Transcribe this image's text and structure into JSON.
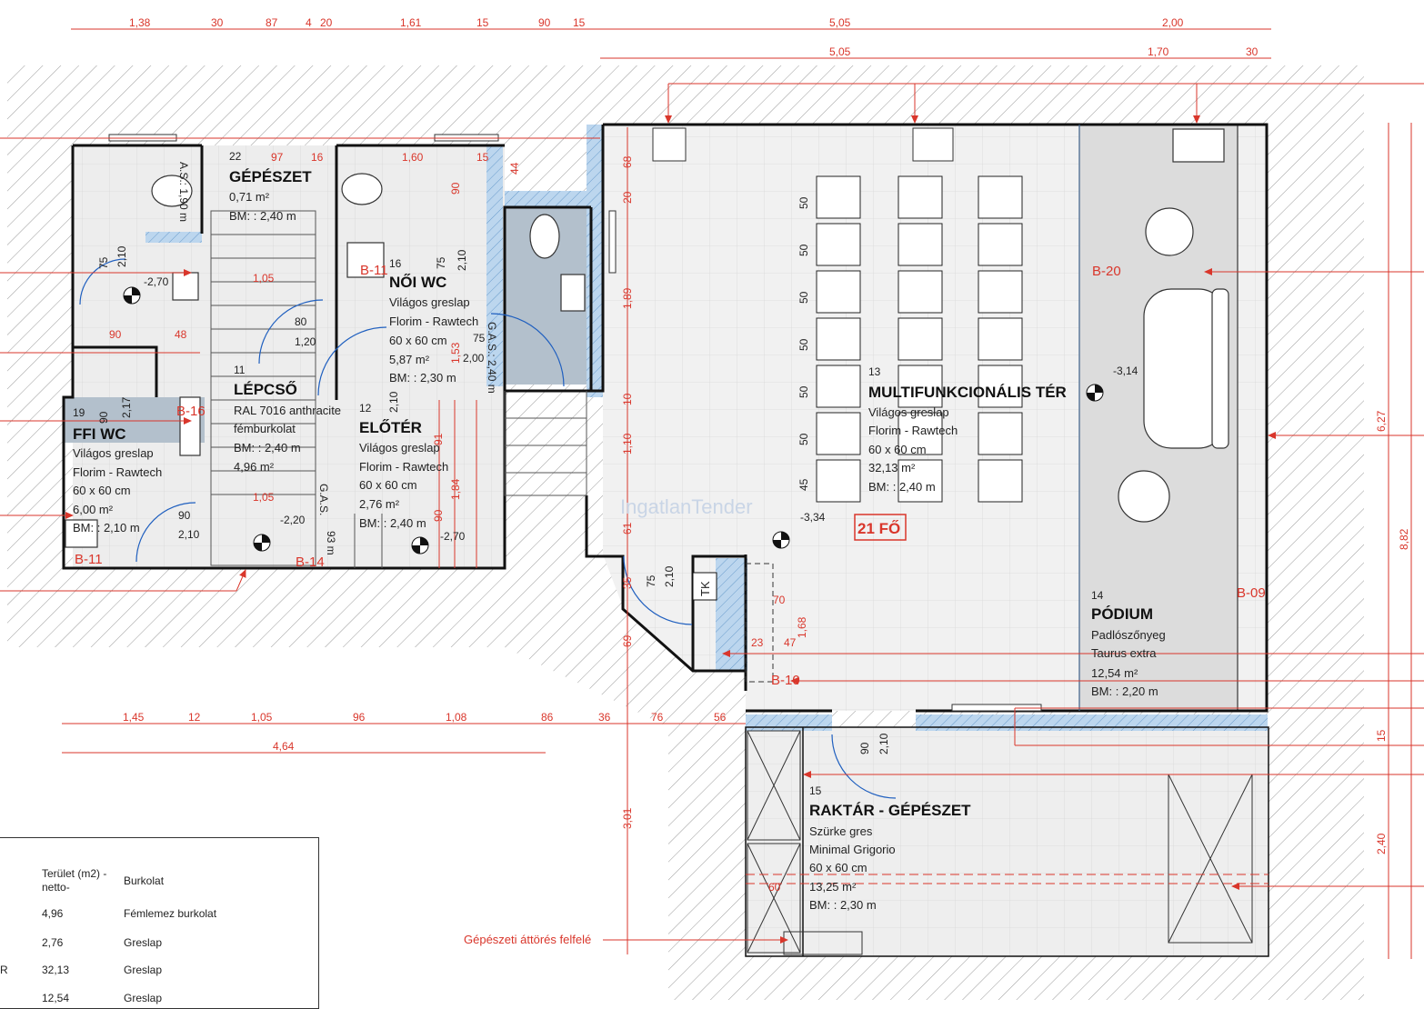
{
  "dimensions_top_row1": [
    "1,38",
    "30",
    "87",
    "4",
    "20",
    "1,61",
    "15",
    "90",
    "15",
    "5,05",
    "2,00"
  ],
  "dimensions_top_row2": [
    "5,05",
    "1,70",
    "30"
  ],
  "dimensions_bottom_row1": [
    "1,45",
    "12",
    "1,05",
    "96",
    "1,08",
    "86",
    "36",
    "76",
    "56"
  ],
  "dimensions_bottom_row2": [
    "4,64"
  ],
  "dimensions_right": [
    "6,27",
    "8,82",
    "15",
    "2,40"
  ],
  "dimensions_vertical_mid": [
    "68",
    "20",
    "1,89",
    "10",
    "1,10",
    "61",
    "35",
    "69",
    "3,01"
  ],
  "rooms": {
    "gepeszet": {
      "num": "22",
      "title": "GÉPÉSZET",
      "lines": [
        "0,71 m²",
        "BM: : 2,40 m"
      ]
    },
    "noi_wc": {
      "num": "16",
      "title": "NŐI WC",
      "lines": [
        "Világos greslap",
        "Florim - Rawtech",
        "60 x 60 cm",
        "5,87 m²",
        "BM: : 2,30 m"
      ]
    },
    "lepcso": {
      "num": "11",
      "title": "LÉPCSŐ",
      "lines": [
        "RAL 7016 anthracite",
        "fémburkolat",
        "BM: : 2,40 m",
        "4,96 m²"
      ]
    },
    "eloter": {
      "num": "12",
      "title": "ELŐTÉR",
      "lines": [
        "Világos greslap",
        "Florim - Rawtech",
        "60 x 60 cm",
        "2,76 m²",
        "BM: : 2,40 m"
      ]
    },
    "ffi_wc": {
      "num": "19",
      "title": "FFI WC",
      "lines": [
        "Világos greslap",
        "Florim - Rawtech",
        "60 x 60 cm",
        "6,00 m²",
        "BM: : 2,10 m"
      ]
    },
    "multi": {
      "num": "13",
      "title": "MULTIFUNKCIONÁLIS TÉR",
      "lines": [
        "Világos greslap",
        "Florim - Rawtech",
        "60 x 60 cm",
        "32,13 m²",
        "BM: : 2,40 m"
      ]
    },
    "podium": {
      "num": "14",
      "title": "PÓDIUM",
      "lines": [
        "Padlószőnyeg",
        "Taurus extra",
        "12,54 m²",
        "BM: : 2,20 m"
      ]
    },
    "raktar": {
      "num": "15",
      "title": "RAKTÁR - GÉPÉSZET",
      "lines": [
        "Szürke gres",
        "Minimal Grigorio",
        "60 x 60 cm",
        "13,25 m²",
        "BM: : 2,30 m"
      ]
    }
  },
  "tags": [
    "B-11",
    "B-16",
    "B-11",
    "B-14",
    "B-20",
    "B-09",
    "B-10"
  ],
  "levels": [
    "-2,70",
    "-2,20",
    "-2,70",
    "-3,34",
    "-3,14"
  ],
  "capacity": "21 FŐ",
  "watermark": "IngatlanTender",
  "penetration_note": "Gépészeti áttörés felfelé",
  "row_spacing": [
    "50",
    "50",
    "50",
    "50",
    "50",
    "50",
    "45"
  ],
  "misc_dims": [
    "2,10",
    "75",
    "90",
    "48",
    "1,05",
    "80",
    "1,20",
    "1,60",
    "15",
    "44",
    "97",
    "16",
    "90",
    "2,10",
    "75",
    "1,53",
    "75",
    "2,00",
    "G.A.S.: 2,40 m",
    "A.S.: 1,90 m",
    "2,10",
    "90",
    "2,17",
    "90",
    "2,10",
    "1,05",
    "1,84",
    "90",
    "91",
    "G.A.S.",
    "93 m",
    "75",
    "2,10",
    "70",
    "1,68",
    "23",
    "47",
    "60",
    "90",
    "2,10",
    "TK"
  ],
  "legend": {
    "header": [
      "Terület (m2) -",
      "netto-",
      "Burkolat"
    ],
    "rows": [
      {
        "area": "4,96",
        "floor": "Fémlemez burkolat"
      },
      {
        "area": "2,76",
        "floor": "Greslap"
      },
      {
        "prefix": "R",
        "area": "32,13",
        "floor": "Greslap"
      },
      {
        "area": "12,54",
        "floor": "Greslap"
      }
    ]
  },
  "colors": {
    "dimension": "#d9362b",
    "wall": "#111111",
    "insulation": "#bcd6ee",
    "tile_fill": "#ededed",
    "podium_fill": "#dcdcdc",
    "wc_fill": "#b3c0cc"
  }
}
